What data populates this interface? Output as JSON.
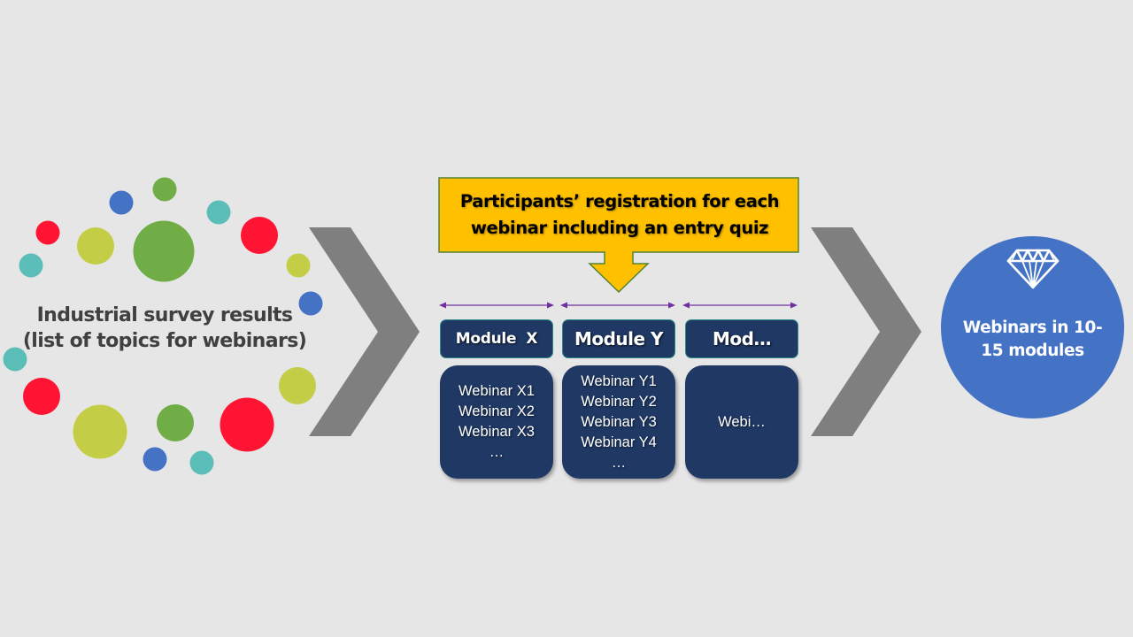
{
  "colors": {
    "background": "#e7e6e6",
    "chevron": "#7f7f7f",
    "callout_fill": "#ffc000",
    "callout_border": "#548235",
    "module_fill": "#1f3864",
    "module_border": "#2e8a8a",
    "span_arrow": "#7030a0",
    "result_circle": "#4472c4",
    "survey_text": "#404040"
  },
  "survey": {
    "title_line1": "Industrial survey results",
    "title_line2": "(list of topics for webinars)",
    "bubble_palette": {
      "red": "#ff1433",
      "green": "#70ad47",
      "lime": "#c4cd46",
      "teal": "#5bbdb7",
      "blue": "#4472c4"
    },
    "bubbles": [
      {
        "color": "blue",
        "size": "small"
      },
      {
        "color": "green",
        "size": "small"
      },
      {
        "color": "red",
        "size": "small"
      },
      {
        "color": "lime",
        "size": "medium"
      },
      {
        "color": "green",
        "size": "xlarge"
      },
      {
        "color": "teal",
        "size": "small"
      },
      {
        "color": "teal",
        "size": "small"
      },
      {
        "color": "red",
        "size": "medium"
      },
      {
        "color": "lime",
        "size": "small"
      },
      {
        "color": "blue",
        "size": "small"
      },
      {
        "color": "teal",
        "size": "small"
      },
      {
        "color": "red",
        "size": "medium"
      },
      {
        "color": "lime",
        "size": "large"
      },
      {
        "color": "green",
        "size": "medium"
      },
      {
        "color": "blue",
        "size": "small"
      },
      {
        "color": "teal",
        "size": "small"
      },
      {
        "color": "red",
        "size": "large"
      },
      {
        "color": "lime",
        "size": "medium"
      }
    ]
  },
  "callout": {
    "line1": "Participants’ registration for each",
    "line2": "webinar including an entry quiz"
  },
  "modules": [
    {
      "title": "Module  X",
      "webinars": [
        "Webinar X1",
        "Webinar X2",
        "Webinar X3",
        "…"
      ]
    },
    {
      "title": "Module Y",
      "webinars": [
        "Webinar Y1",
        "Webinar Y2",
        "Webinar Y3",
        "Webinar Y4",
        "…"
      ]
    },
    {
      "title": "Mod…",
      "webinars": [
        "Webi…"
      ]
    }
  ],
  "result": {
    "icon": "diamond-icon",
    "line1": "Webinars in 10-",
    "line2": "15 modules"
  }
}
